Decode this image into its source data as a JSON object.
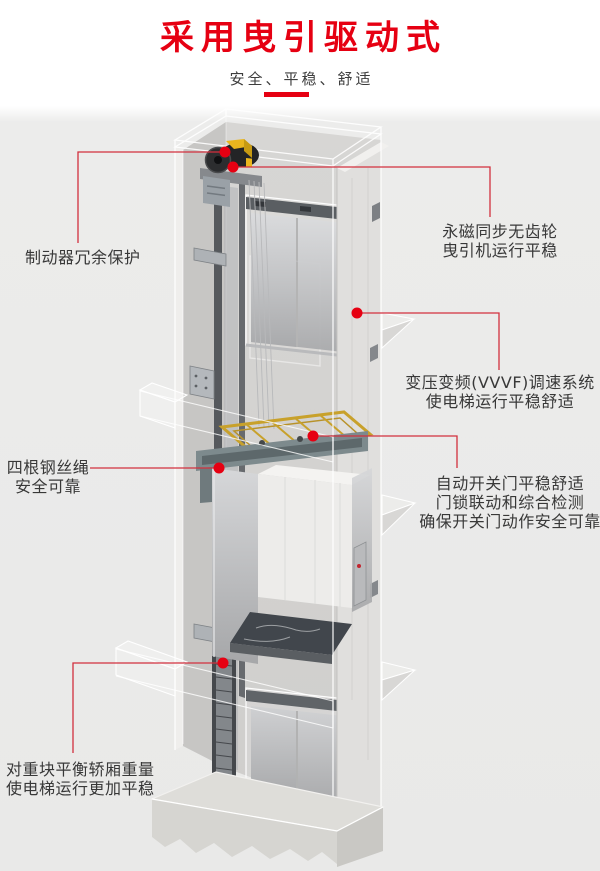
{
  "header": {
    "title": "采用曳引驱动式",
    "subtitle": "安全、平稳、舒适"
  },
  "colors": {
    "title_red": "#e60012",
    "underline_red": "#e60012",
    "callout_line_red": "#d2303e",
    "callout_dot_red": "#e60012",
    "label_text": "#383838",
    "background_gray": "#eaeae9",
    "header_background": "#ffffff"
  },
  "callouts": [
    {
      "id": "brake",
      "side": "left",
      "lines": [
        "制动器冗余保护"
      ]
    },
    {
      "id": "traction",
      "side": "right",
      "lines": [
        "永磁同步无齿轮",
        "曳引机运行平稳"
      ]
    },
    {
      "id": "vvvf",
      "side": "right",
      "lines": [
        "变压变频(VVVF)调速系统",
        "使电梯运行平稳舒适"
      ]
    },
    {
      "id": "ropes",
      "side": "left",
      "lines": [
        "四根钢丝绳",
        "安全可靠"
      ]
    },
    {
      "id": "doors",
      "side": "right",
      "lines": [
        "自动开关门平稳舒适",
        "门锁联动和综合检测",
        "确保开关门动作安全可靠"
      ]
    },
    {
      "id": "counterweight",
      "side": "left",
      "lines": [
        "对重块平衡轿厢重量",
        "使电梯运行更加平稳"
      ]
    }
  ]
}
